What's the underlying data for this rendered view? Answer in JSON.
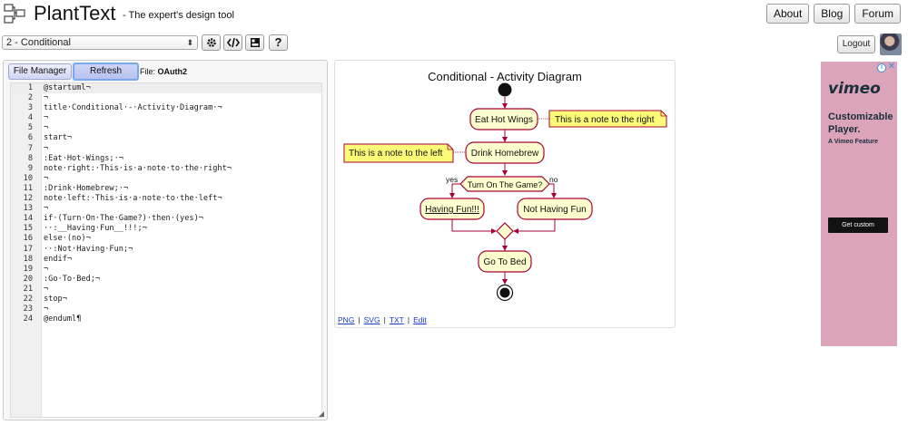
{
  "header": {
    "app_title": "PlantText",
    "tagline": "- The expert's design tool",
    "nav": [
      "About",
      "Blog",
      "Forum"
    ]
  },
  "toolbar": {
    "diagram_selected": "2 - Conditional",
    "icons": [
      "gear-icon",
      "code-icon",
      "layout-icon",
      "help-icon"
    ],
    "help_label": "?",
    "logout_label": "Logout"
  },
  "editor": {
    "file_manager_label": "File Manager",
    "refresh_label": "Refresh",
    "file_prefix": "File:",
    "file_name": "OAuth2",
    "lines": [
      "@startuml¬",
      "¬",
      "title·Conditional·-·Activity·Diagram·¬",
      "¬",
      "¬",
      "start¬",
      "¬",
      ":Eat·Hot·Wings;·¬",
      "note·right:·This·is·a·note·to·the·right¬",
      "¬",
      ":Drink·Homebrew;·¬",
      "note·left:·This·is·a·note·to·the·left¬",
      "¬",
      "if·(Turn·On·The·Game?)·then·(yes)¬",
      "··:__Having·Fun__!!!;¬",
      "else·(no)¬",
      "··:Not·Having·Fun;¬",
      "endif¬",
      "¬",
      ":Go·To·Bed;¬",
      "¬",
      "stop¬",
      "¬",
      "@enduml¶"
    ],
    "active_line": 1
  },
  "diagram": {
    "title": "Conditional - Activity Diagram",
    "activities": {
      "eat": "Eat Hot Wings",
      "drink": "Drink Homebrew",
      "fun": "Having Fun!!!",
      "not_fun": "Not Having Fun",
      "bed": "Go To Bed"
    },
    "notes": {
      "right": "This is a note to the right",
      "left": "This is a note to the left"
    },
    "decision": "Turn On The Game?",
    "branch_yes": "yes",
    "branch_no": "no",
    "exports": [
      "PNG",
      "SVG",
      "TXT",
      "Edit"
    ],
    "separator": "|"
  },
  "ad": {
    "brand": "vimeo",
    "headline": "Customizable Player.",
    "subline": "A Vimeo Feature",
    "cta": "Get custom",
    "info": "i",
    "close": "✕",
    "background": "#dba4bb"
  }
}
